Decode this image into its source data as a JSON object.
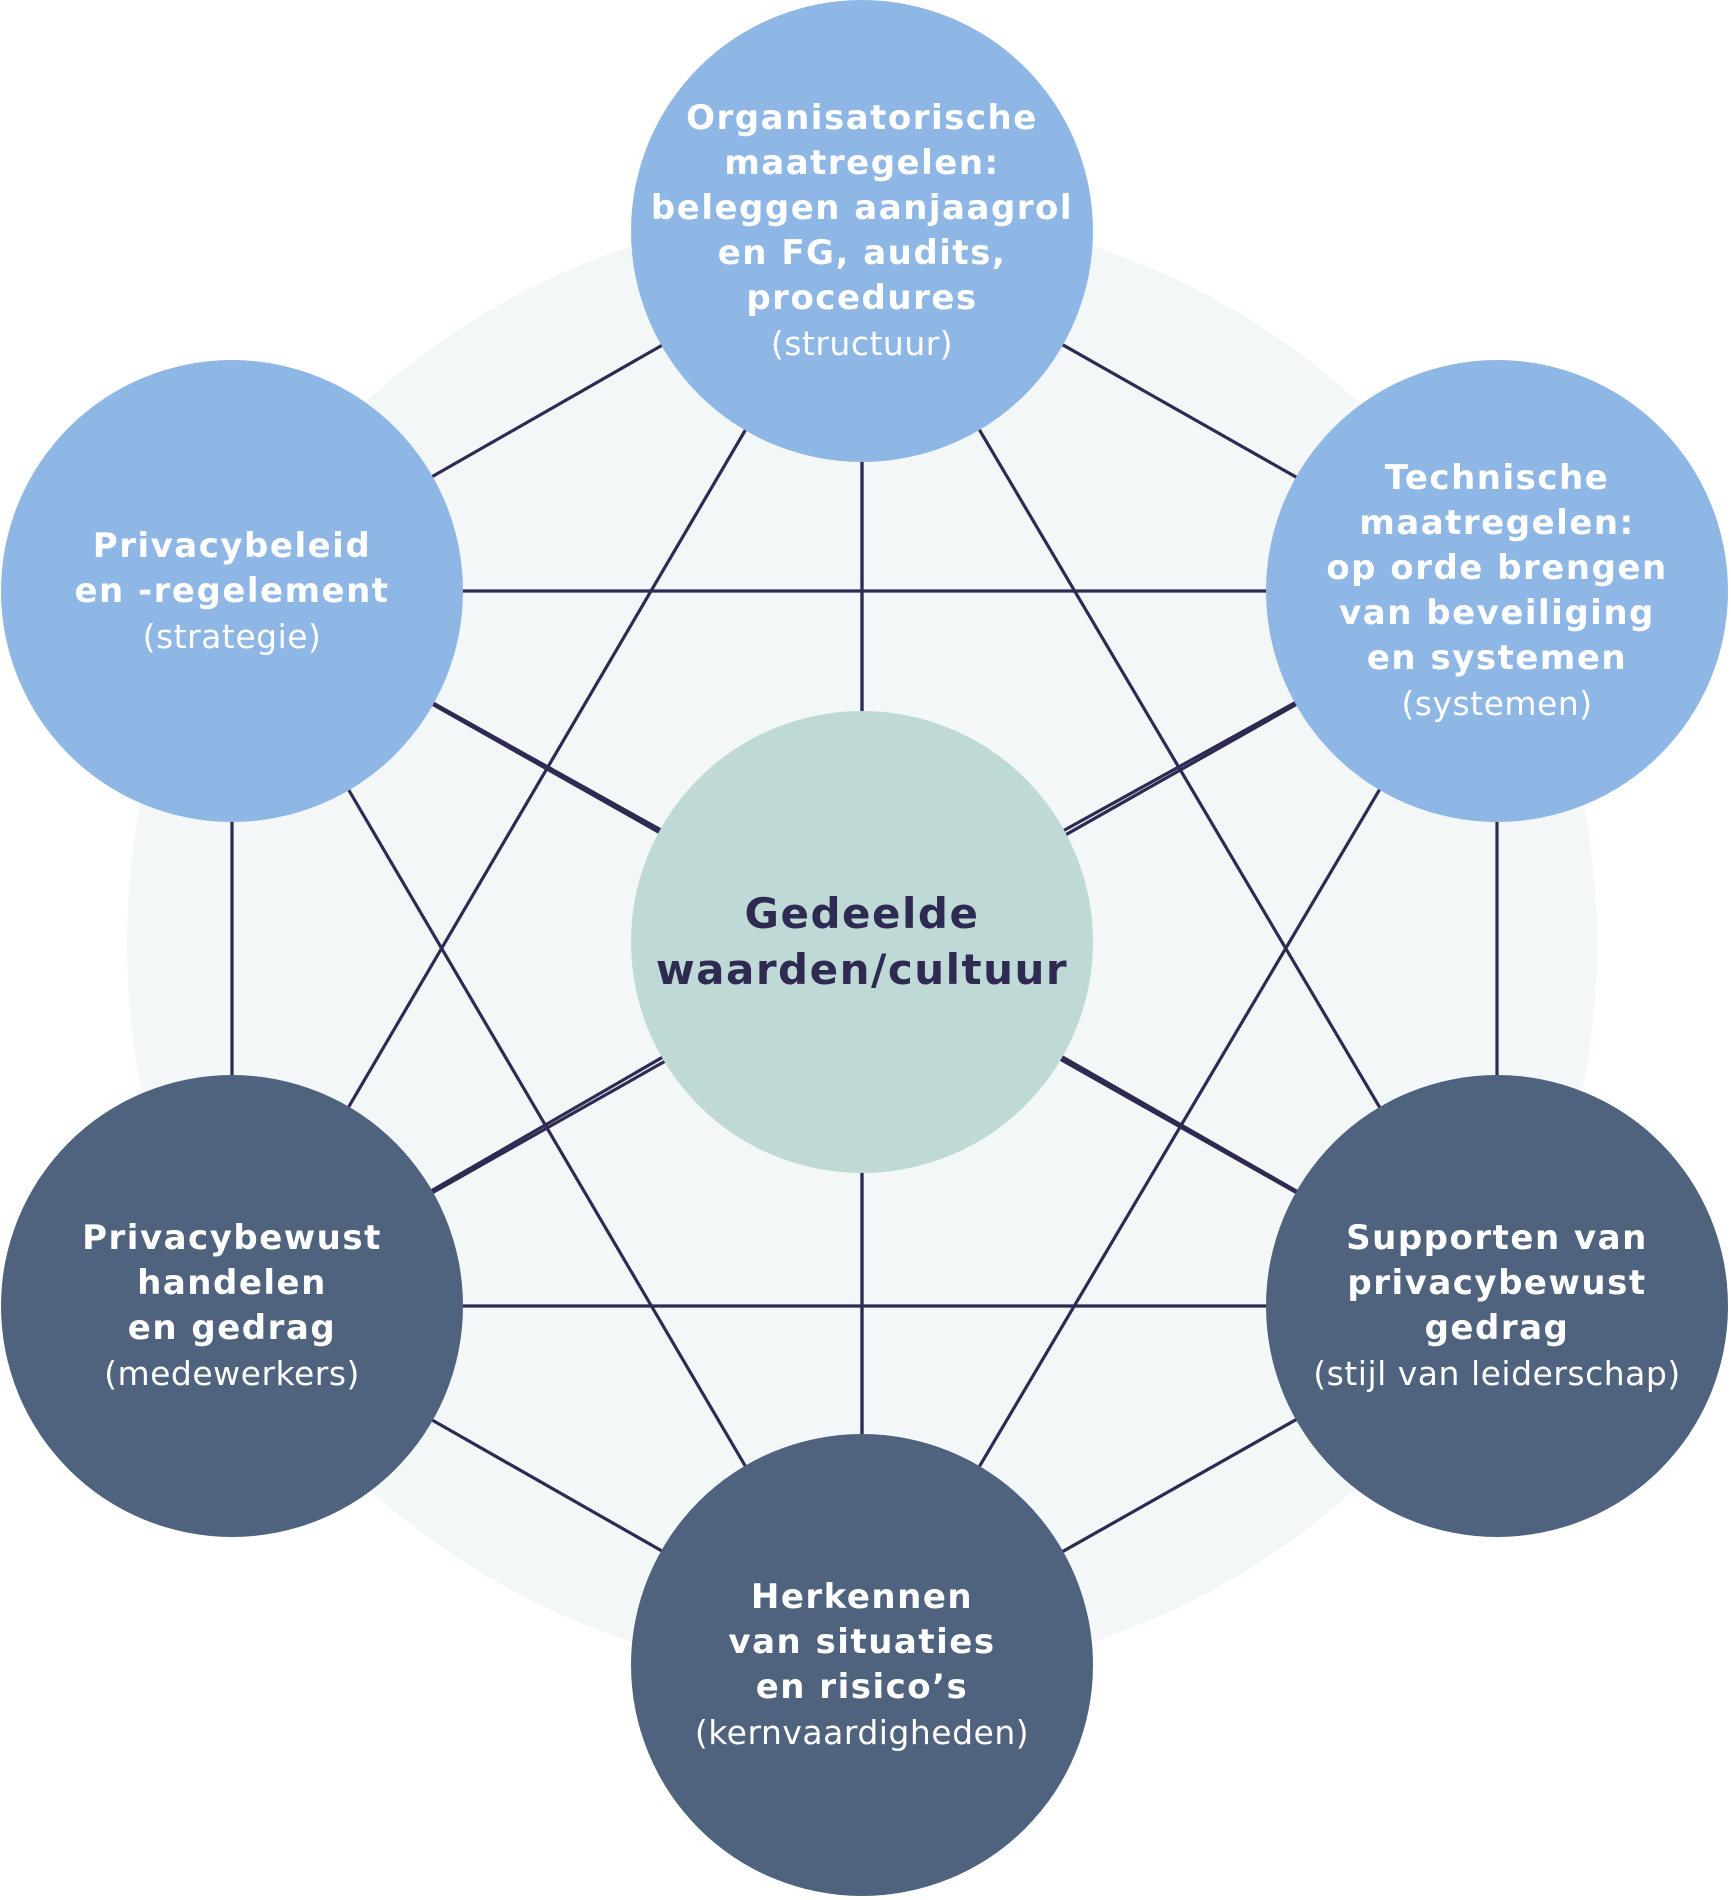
{
  "colors": {
    "light_node": "#8fb7e5",
    "dark_node": "#4f637e",
    "center_node": "#bed9d6",
    "connector": "#2e2a52",
    "backdrop": "#f3f7f8"
  },
  "nodes": {
    "structure": {
      "title": "Organisatorische\nmaatregelen:\nbeleggen aanjaagrol\nen FG, audits,\nprocedures",
      "subtitle": "(structuur)"
    },
    "systems": {
      "title": "Technische\nmaatregelen:\nop orde brengen\nvan beveiliging\nen systemen",
      "subtitle": "(systemen)"
    },
    "leadership": {
      "title": "Supporten van\nprivacybewust\ngedrag",
      "subtitle": "(stijl van leiderschap)"
    },
    "skills": {
      "title": "Herkennen\nvan situaties\nen risico’s",
      "subtitle": "(kernvaardigheden)"
    },
    "staff": {
      "title": "Privacybewust\nhandelen\nen gedrag",
      "subtitle": "(medewerkers)"
    },
    "strategy": {
      "title": "Privacybeleid\nen -regelement",
      "subtitle": "(strategie)"
    },
    "values": {
      "title": "Gedeelde\nwaarden/cultuur"
    }
  }
}
